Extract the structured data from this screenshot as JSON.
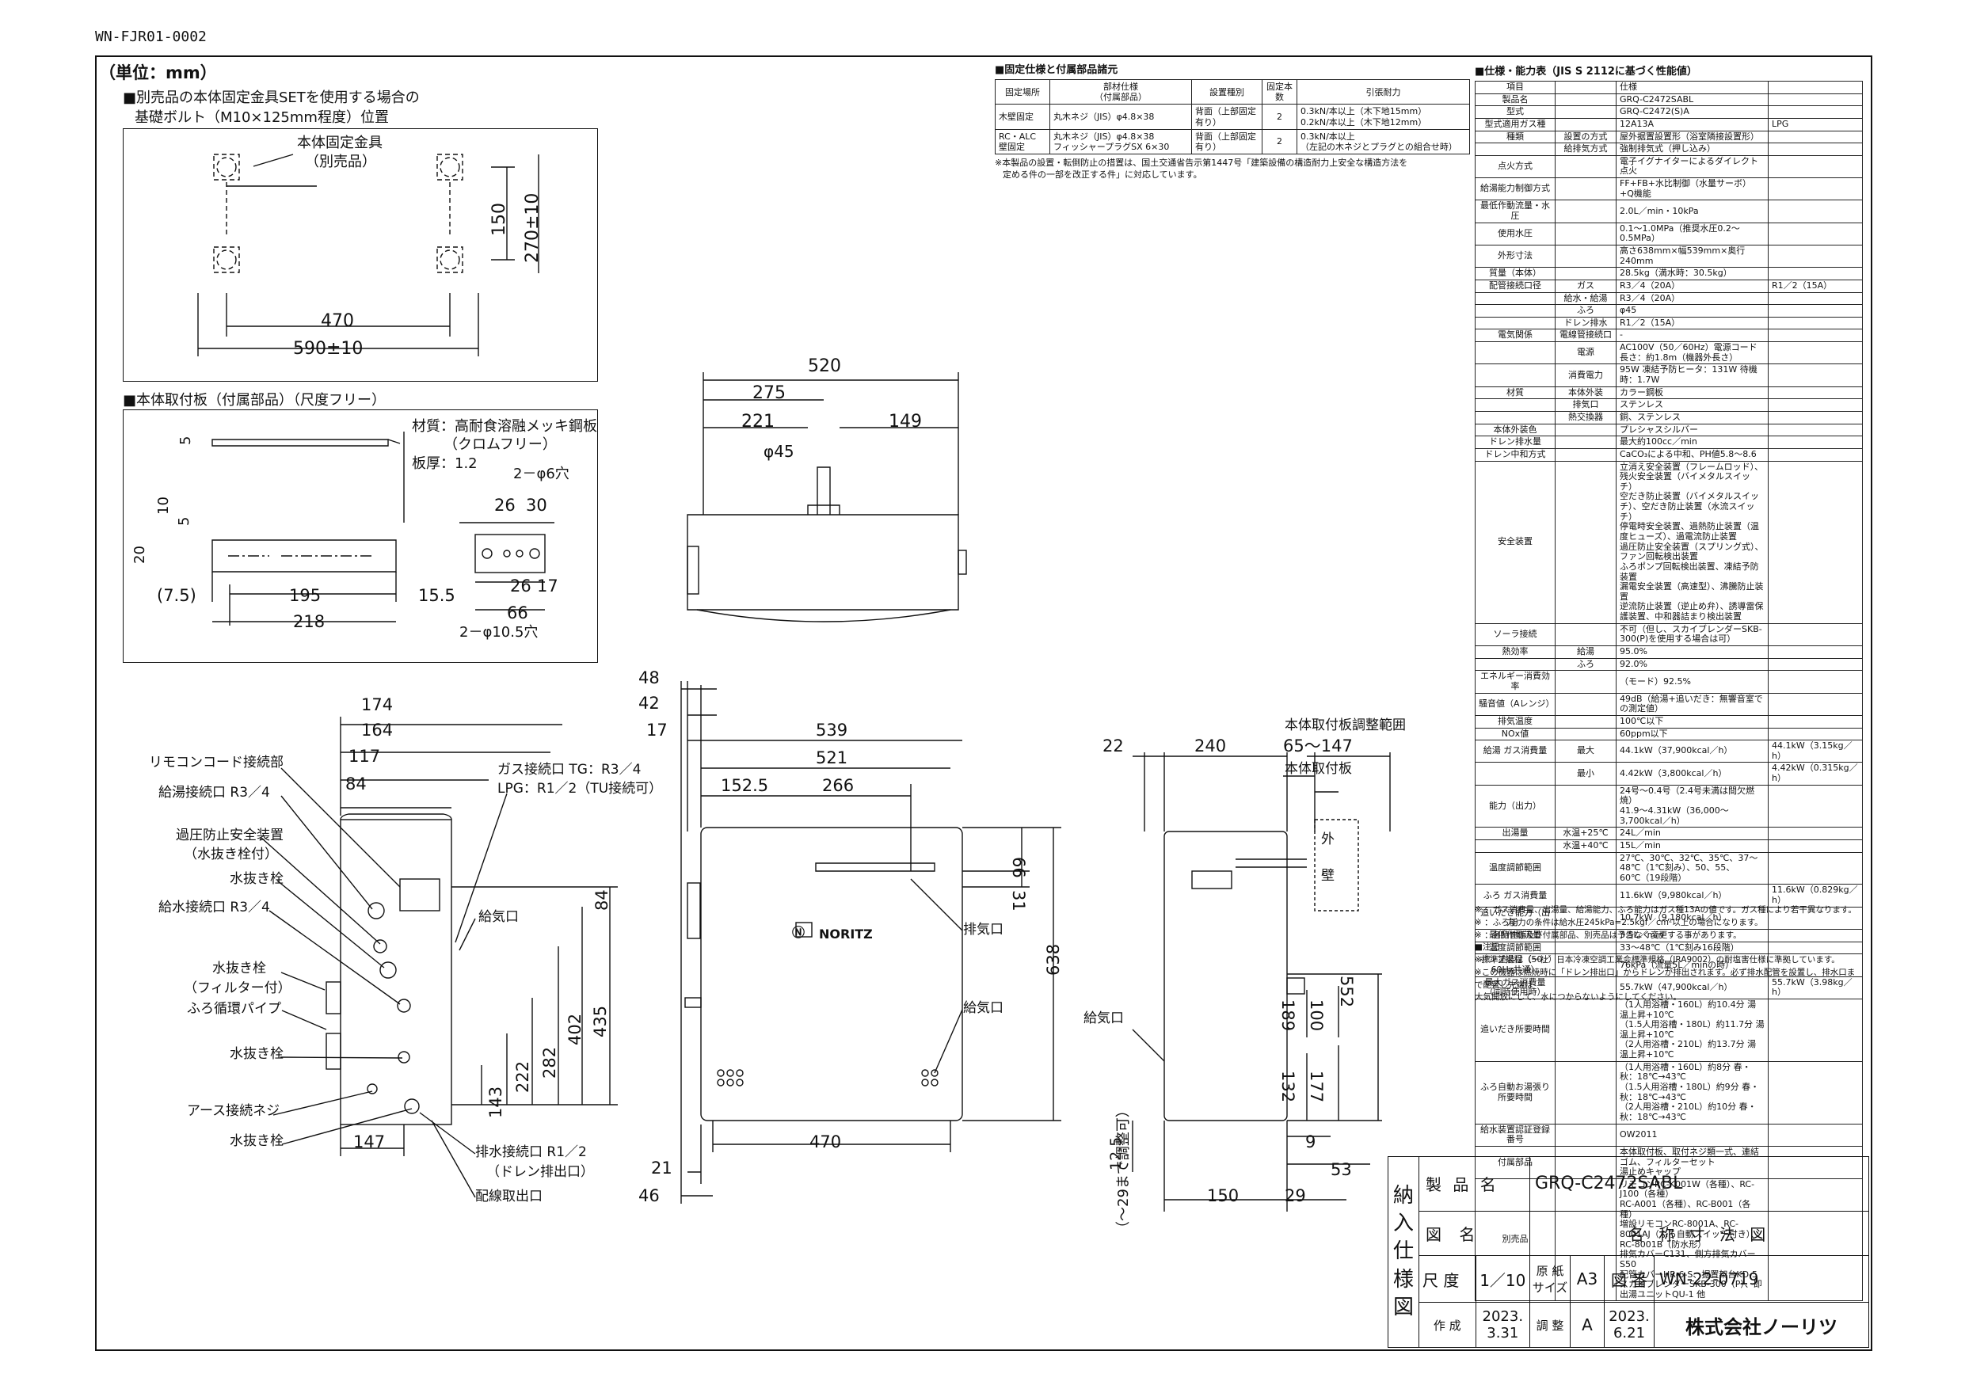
{
  "doc_code": "WN-FJR01-0002",
  "unit_label": "（単位：mm）",
  "fixture_section": {
    "heading1": "■別売品の本体固定金具SETを使用する場合の",
    "heading2": "基礎ボルト（M10×125mm程度）位置",
    "bracket_label1": "本体固定金具",
    "bracket_label2": "（別売品）",
    "dims": [
      "470",
      "590±10",
      "150",
      "270±10"
    ]
  },
  "plate_section": {
    "heading": "■本体取付板（付属部品）（尺度フリー）",
    "material": "材質：高耐食溶融メッキ鋼板",
    "chrome_free": "（クロムフリー）",
    "thickness": "板厚：1.2",
    "hole1": "2－φ6穴",
    "hole2": "2－φ10.5穴",
    "dims": [
      "5",
      "10",
      "5",
      "20",
      "(7.5)",
      "195",
      "15.5",
      "218",
      "26",
      "30",
      "26",
      "17",
      "66"
    ]
  },
  "top_view_dims": [
    "520",
    "275",
    "221",
    "149",
    "φ45"
  ],
  "side_labels": {
    "remote": "リモコンコード接続部",
    "hot_water": "給湯接続口 R3／4",
    "relief1": "過圧防止安全装置",
    "relief2": "（水抜き栓付）",
    "drain_plug": "水抜き栓",
    "water_inlet": "給水接続口 R3／4",
    "drain_filter1": "水抜き栓",
    "drain_filter2": "（フィルター付）",
    "bath_pipe": "ふろ循環パイプ",
    "drain_plug2": "水抜き栓",
    "earth": "アース接続ネジ",
    "drain_plug3": "水抜き栓",
    "gas1": "ガス接続口 TG：R3／4",
    "gas2": "LPG：R1／2（TU接続可）",
    "intake": "給気口",
    "drain_outlet1": "排水接続口 R1／2",
    "drain_outlet2": "（ドレン排出口）",
    "wiring": "配線取出口",
    "dims": [
      "174",
      "164",
      "117",
      "84",
      "84",
      "435",
      "402",
      "282",
      "222",
      "143",
      "147"
    ]
  },
  "front_labels": {
    "exhaust": "排気口",
    "intake": "給気口",
    "brand": "NORITZ",
    "dims": [
      "48",
      "42",
      "17",
      "539",
      "521",
      "152.5",
      "266",
      "66",
      "31",
      "638",
      "470",
      "21",
      "46"
    ]
  },
  "right_labels": {
    "plate_range": "本体取付板調整範囲",
    "plate": "本体取付板",
    "outside": "外",
    "wall": "壁",
    "intake": "給気口",
    "adjust": "（～29まで調整可）",
    "dims": [
      "22",
      "240",
      "65～147",
      "552",
      "189",
      "100",
      "132",
      "177",
      "9",
      "53",
      "12.5",
      "150",
      "29"
    ]
  },
  "fix_table": {
    "title": "■固定仕様と付属部品諸元",
    "headers": [
      "固定場所",
      "部材仕様\n（付属部品）",
      "設置種別",
      "固定本数",
      "引張耐力"
    ],
    "rows": [
      [
        "木壁固定",
        "丸木ネジ（JIS）φ4.8×38",
        "背面（上部固定有り）",
        "2",
        "0.3kN/本以上（木下地15mm）\n0.2kN/本以上（木下地12mm）"
      ],
      [
        "RC・ALC\n壁固定",
        "丸木ネジ（JIS）φ4.8×38\nフィッシャープラグSX 6×30",
        "背面（上部固定有り）",
        "2",
        "0.3kN/本以上\n（左記の木ネジとプラグとの組合せ時）"
      ]
    ],
    "note1": "※本製品の設置・転倒防止の措置は、国土交通省告示第1447号「建築設備の構造耐力上安全な構造方法を",
    "note2": "定める件の一部を改正する件」に対応しています。"
  },
  "spec_table": {
    "title": "■仕様・能力表（JIS S 2112に基づく性能値）",
    "rows": [
      [
        "項目",
        "",
        "仕様",
        ""
      ],
      [
        "製品名",
        "",
        "GRQ-C2472SABL",
        ""
      ],
      [
        "型式",
        "",
        "GRQ-C2472(S)A",
        ""
      ],
      [
        "型式適用ガス種",
        "",
        "12A13A",
        "LPG"
      ],
      [
        "種類",
        "設置の方式",
        "屋外据置設置形（浴室隣接設置形）",
        ""
      ],
      [
        "",
        "給排気方式",
        "強制排気式（押し込み）",
        ""
      ],
      [
        "点火方式",
        "",
        "電子イグナイターによるダイレクト点火",
        ""
      ],
      [
        "給湯能力制御方式",
        "",
        "FF+FB+水比制御（水量サーボ）+Q機能",
        ""
      ],
      [
        "最低作動流量・水圧",
        "",
        "2.0L／min・10kPa",
        ""
      ],
      [
        "使用水圧",
        "",
        "0.1～1.0MPa（推奨水圧0.2～0.5MPa）",
        ""
      ],
      [
        "外形寸法",
        "",
        "高さ638mm×幅539mm×奥行240mm",
        ""
      ],
      [
        "質量（本体）",
        "",
        "28.5kg（満水時：30.5kg）",
        ""
      ],
      [
        "配管接続口径",
        "ガス",
        "R3／4（20A）",
        "R1／2（15A）"
      ],
      [
        "",
        "給水・給湯",
        "R3／4（20A）",
        ""
      ],
      [
        "",
        "ふろ",
        "φ45",
        ""
      ],
      [
        "",
        "ドレン排水",
        "R1／2（15A）",
        ""
      ],
      [
        "電気関係",
        "電線管接続口",
        "-",
        ""
      ],
      [
        "",
        "電源",
        "AC100V（50／60Hz）電源コード長さ：約1.8m（機器外長さ）",
        ""
      ],
      [
        "",
        "消費電力",
        "95W 凍結予防ヒータ：131W 待機時：1.7W",
        ""
      ],
      [
        "材質",
        "本体外装",
        "カラー鋼板",
        ""
      ],
      [
        "",
        "排気口",
        "ステンレス",
        ""
      ],
      [
        "",
        "熱交換器",
        "銅、ステンレス",
        ""
      ],
      [
        "本体外装色",
        "",
        "プレシャスシルバー",
        ""
      ],
      [
        "ドレン排水量",
        "",
        "最大約100cc／min",
        ""
      ],
      [
        "ドレン中和方式",
        "",
        "CaCO₃による中和、PH値5.8～8.6",
        ""
      ],
      [
        "安全装置",
        "",
        "立消え安全装置（フレームロッド）、残火安全装置（バイメタルスイッチ）\n空だき防止装置（バイメタルスイッチ）、空だき防止装置（水流スイッチ）\n停電時安全装置、過熱防止装置（温度ヒューズ）、過電流防止装置\n過圧防止安全装置（スプリング式）、ファン回転検出装置\nふろポンプ回転検出装置、凍結予防装置\n漏電安全装置（高速型）、沸騰防止装置\n逆流防止装置（逆止め弁）、誘導雷保護装置、中和器詰まり検出装置",
        ""
      ],
      [
        "ソーラ接続",
        "",
        "不可（但し、スカイブレンダーSKB-300(P)を使用する場合は可）",
        ""
      ],
      [
        "熱効率",
        "給湯",
        "95.0%",
        ""
      ],
      [
        "",
        "ふろ",
        "92.0%",
        ""
      ],
      [
        "エネルギー消費効率",
        "",
        "（モード）92.5%",
        ""
      ],
      [
        "騒音値（Aレンジ）",
        "",
        "49dB（給湯+追いだき：無響音室での測定値）",
        ""
      ],
      [
        "排気温度",
        "",
        "100℃以下",
        ""
      ],
      [
        "NOx値",
        "",
        "60ppm以下",
        ""
      ],
      [
        "給湯 ガス消費量",
        "最大",
        "44.1kW（37,900kcal／h）",
        "44.1kW（3.15kg／h）"
      ],
      [
        "",
        "最小",
        "4.42kW（3,800kcal／h）",
        "4.42kW（0.315kg／h）"
      ],
      [
        "能力（出力）",
        "",
        "24号～0.4号（2.4号未満は間欠燃焼）\n41.9～4.31kW（36,000～3,700kcal／h）",
        ""
      ],
      [
        "出湯量",
        "水温+25℃",
        "24L／min",
        ""
      ],
      [
        "",
        "水温+40℃",
        "15L／min",
        ""
      ],
      [
        "温度調節範囲",
        "",
        "27℃、30℃、32℃、35℃、37～48℃（1℃刻み）、50、55、60℃（19段階）",
        ""
      ],
      [
        "ふろ ガス消費量",
        "",
        "11.6kW（9,980kcal／h）",
        "11.6kW（0.829kg／h）"
      ],
      [
        "追いだき能力（出力）",
        "",
        "10.7kW（9,180kcal／h）",
        ""
      ],
      [
        "最低作動流量",
        "",
        "3.5L／min",
        ""
      ],
      [
        "温度調節範囲",
        "",
        "33～48℃（1℃刻み16段階）",
        ""
      ],
      [
        "ポンプ揚程（50／60Hz共通）",
        "",
        "76kPa（流量5L／minの時）",
        ""
      ],
      [
        "最大ガス消費量（同時使用時）",
        "",
        "55.7kW（47,900kcal／h）",
        "55.7kW（3.98kg／h）"
      ],
      [
        "追いだき所要時間",
        "",
        "（1人用浴槽・160L）約10.4分 湯温上昇+10℃\n（1.5人用浴槽・180L）約11.7分 湯温上昇+10℃\n（2人用浴槽・210L）約13.7分 湯温上昇+10℃",
        ""
      ],
      [
        "ふろ自動お湯張り所要時間",
        "",
        "（1人用浴槽・160L）約8分 春・秋：18℃→43℃\n（1.5人用浴槽・180L）約9分 春・秋：18℃→43℃\n（2人用浴槽・210L）約10分 春・秋：18℃→43℃",
        ""
      ],
      [
        "給水装置認証登録番号",
        "",
        "OW2011",
        ""
      ],
      [
        "付属部品",
        "",
        "本体取付板、取付ネジ類一式、連結ゴム、フィルターセット\n湯止めキャップ",
        ""
      ],
      [
        "別売品",
        "",
        "リモコンRC-K001W（各種）、RC-J100（各種）\nRC-A001（各種）、RC-B001（各種）\n増設リモコンRC-8001A、RC-8001AJ（ふろ自動スイッチ付き）、RC-8001B（防水形）\n排気カバーC131、側方排気カバーS50\n配管カバーHR-6-S、据置架台KD-5\nスカイブレンダーSKB-300（P）、即出湯ユニットQU-1 他",
        ""
      ]
    ],
    "notes": [
      "※ ：ガス消費量、出湯量、給湯能力、ふろ能力はガス種13Aの値です。ガス種により若干異なります。",
      "※ ：ふろ能力の条件は給水圧245kPa=2.5kgf／cm²以上の場合になります。",
      "※ ：各特性値及び付属部品、別売品は予告なく変更する事があります。",
      "■注記",
      "※標準塗装は（一社）日本冷凍空調工業会標準規格（JRA9002）の耐塩害仕様に準拠しています。",
      "※この機器は燃焼時に「ドレン排出口」からドレンが排出されます。必ず排水配管を設置し、排水口まで配管し先端は",
      "大気開放にして、水につからないようにしてください。"
    ]
  },
  "title_block": {
    "side_text": [
      "納",
      "入",
      "仕",
      "様",
      "図"
    ],
    "product_label": "製 品 名",
    "product_value": "GRQ-C2472SABL",
    "drawing_label": "図 名",
    "drawing_value": "名 称 寸 法 図",
    "scale_label": "尺 度",
    "scale_value": "1／10",
    "paper_label": "原 紙 サイズ",
    "paper_value": "A3",
    "number_label": "図 番",
    "number_value": "WN-22-0719",
    "created_label": "作 成",
    "created_value": "2023. 3.31",
    "adjusted_label": "調 整",
    "adjusted_mark": "A",
    "adjusted_value": "2023. 6.21",
    "company": "株式会社ノーリツ"
  }
}
